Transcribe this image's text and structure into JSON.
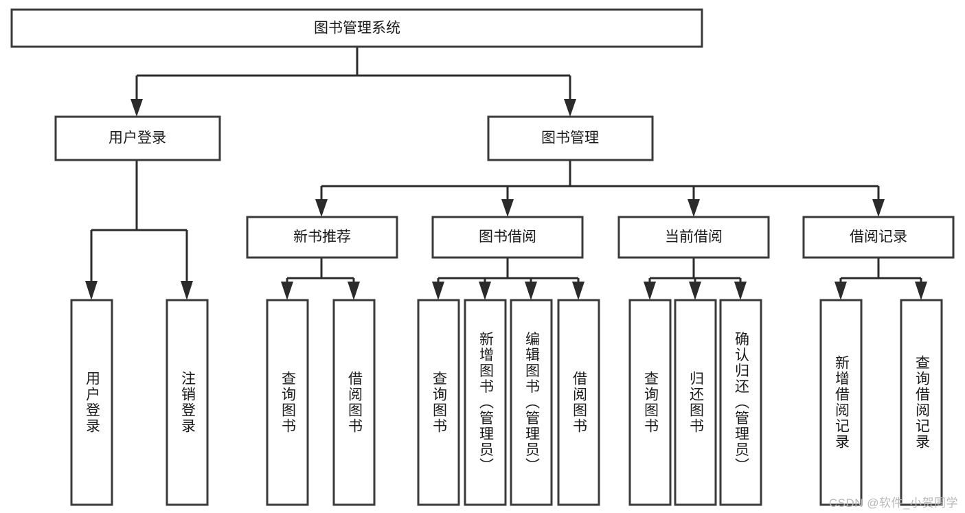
{
  "diagram": {
    "type": "tree-hierarchy",
    "title": "图书管理系统",
    "watermark": "CSDN @软件_小贺同学",
    "colors": {
      "box_stroke": "#3a3a3a",
      "connector": "#2b2b2b",
      "background": "#ffffff",
      "text": "#1a1a1a",
      "watermark": "#b9b9b9"
    },
    "root": {
      "label": "图书管理系统"
    },
    "level2": [
      {
        "label": "用户登录"
      },
      {
        "label": "图书管理"
      }
    ],
    "level3": [
      {
        "label": "新书推荐"
      },
      {
        "label": "图书借阅"
      },
      {
        "label": "当前借阅"
      },
      {
        "label": "借阅记录"
      }
    ],
    "leaves": {
      "user_login": [
        {
          "label": "用户登录"
        },
        {
          "label": "注销登录"
        }
      ],
      "new_book_recommend": [
        {
          "label": "查询图书"
        },
        {
          "label": "借阅图书"
        }
      ],
      "book_borrow": [
        {
          "label": "查询图书"
        },
        {
          "label": "新增图书（管理员）"
        },
        {
          "label": "编辑图书（管理员）"
        },
        {
          "label": "借阅图书"
        }
      ],
      "current_borrow": [
        {
          "label": "查询图书"
        },
        {
          "label": "归还图书"
        },
        {
          "label": "确认归还（管理员）"
        }
      ],
      "borrow_record": [
        {
          "label": "新增借阅记录"
        },
        {
          "label": "查询借阅记录"
        }
      ]
    }
  }
}
